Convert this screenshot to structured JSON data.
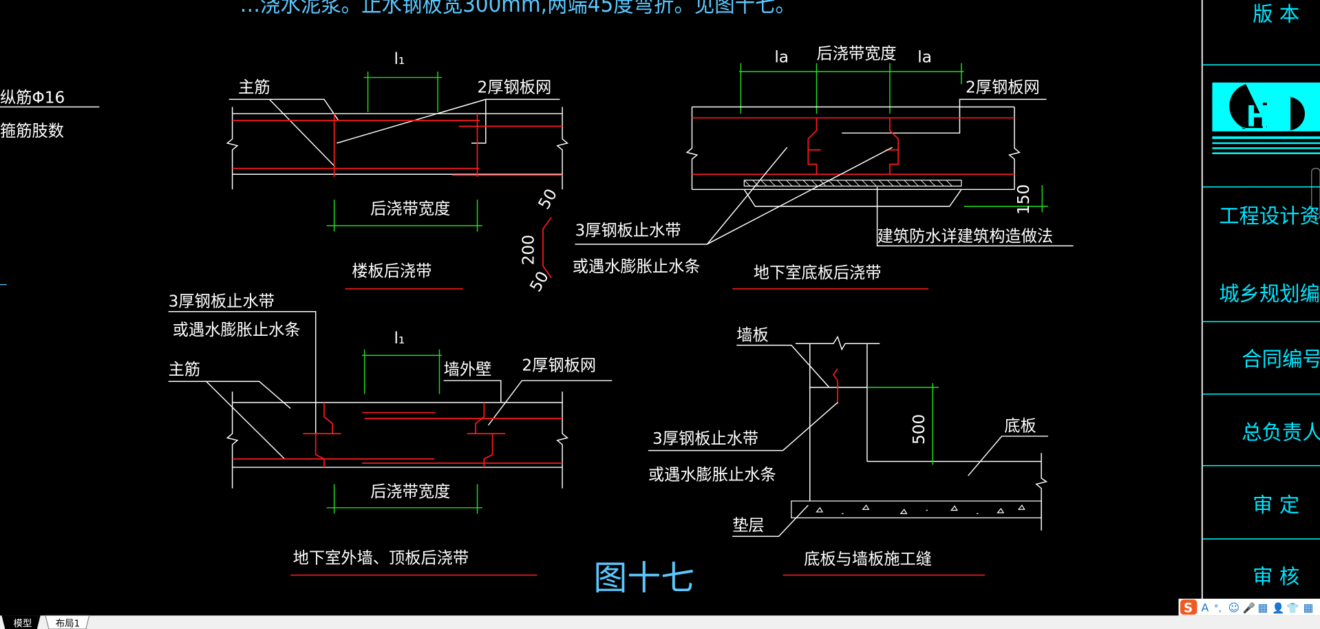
{
  "app": {
    "top_note": "…浇水泥浆。止水钢板宽300mm,两端45度弯折。见图十七。"
  },
  "left": {
    "label1": "纵筋Φ16",
    "label2": "箍筋肢数"
  },
  "drawing1": {
    "main_bar": "主筋",
    "mesh": "2厚钢板网",
    "l1": "l₁",
    "width": "后浇带宽度",
    "title": "楼板后浇带"
  },
  "detail": {
    "d1": "50",
    "d2": "200",
    "d3": "50"
  },
  "drawing2": {
    "la1": "la",
    "width": "后浇带宽度",
    "la2": "la",
    "mesh": "2厚钢板网",
    "stop1": "3厚钢板止水带",
    "stop2": "或遇水膨胀止水条",
    "waterproof": "建筑防水详建筑构造做法",
    "dim": "150",
    "title": "地下室底板后浇带"
  },
  "drawing3": {
    "stop1": "3厚钢板止水带",
    "stop2": "或遇水膨胀止水条",
    "main_bar": "主筋",
    "l1": "l₁",
    "wall": "墙外壁",
    "mesh": "2厚钢板网",
    "width": "后浇带宽度",
    "title": "地下室外墙、顶板后浇带"
  },
  "figure_label": "图十七",
  "drawing4": {
    "wall": "墙板",
    "stop1": "3厚钢板止水带",
    "stop2": "或遇水膨胀止水条",
    "dim": "500",
    "slab": "底板",
    "cushion": "垫层",
    "title": "底板与墙板施工缝"
  },
  "title_block": {
    "version": "版 本",
    "logo": "HN",
    "cert1": "工程设计资质证书:建",
    "cert2": "城乡规划编制资质证-",
    "contract": "合同编号",
    "chief": "总负责人",
    "approve": "审 定",
    "review": "审 核"
  },
  "tabs": [
    {
      "label": "模型",
      "active": true
    },
    {
      "label": "布局1",
      "active": false
    }
  ],
  "ime": {
    "logo": "S",
    "items": [
      "A",
      "°,",
      "☺",
      "🎤",
      "▦",
      "👤",
      "👕",
      "▦"
    ]
  },
  "colors": {
    "background": "#000000",
    "rebar": "#ff1a1a",
    "dimension": "#1fe01f",
    "title_block": "#00ffff"
  }
}
